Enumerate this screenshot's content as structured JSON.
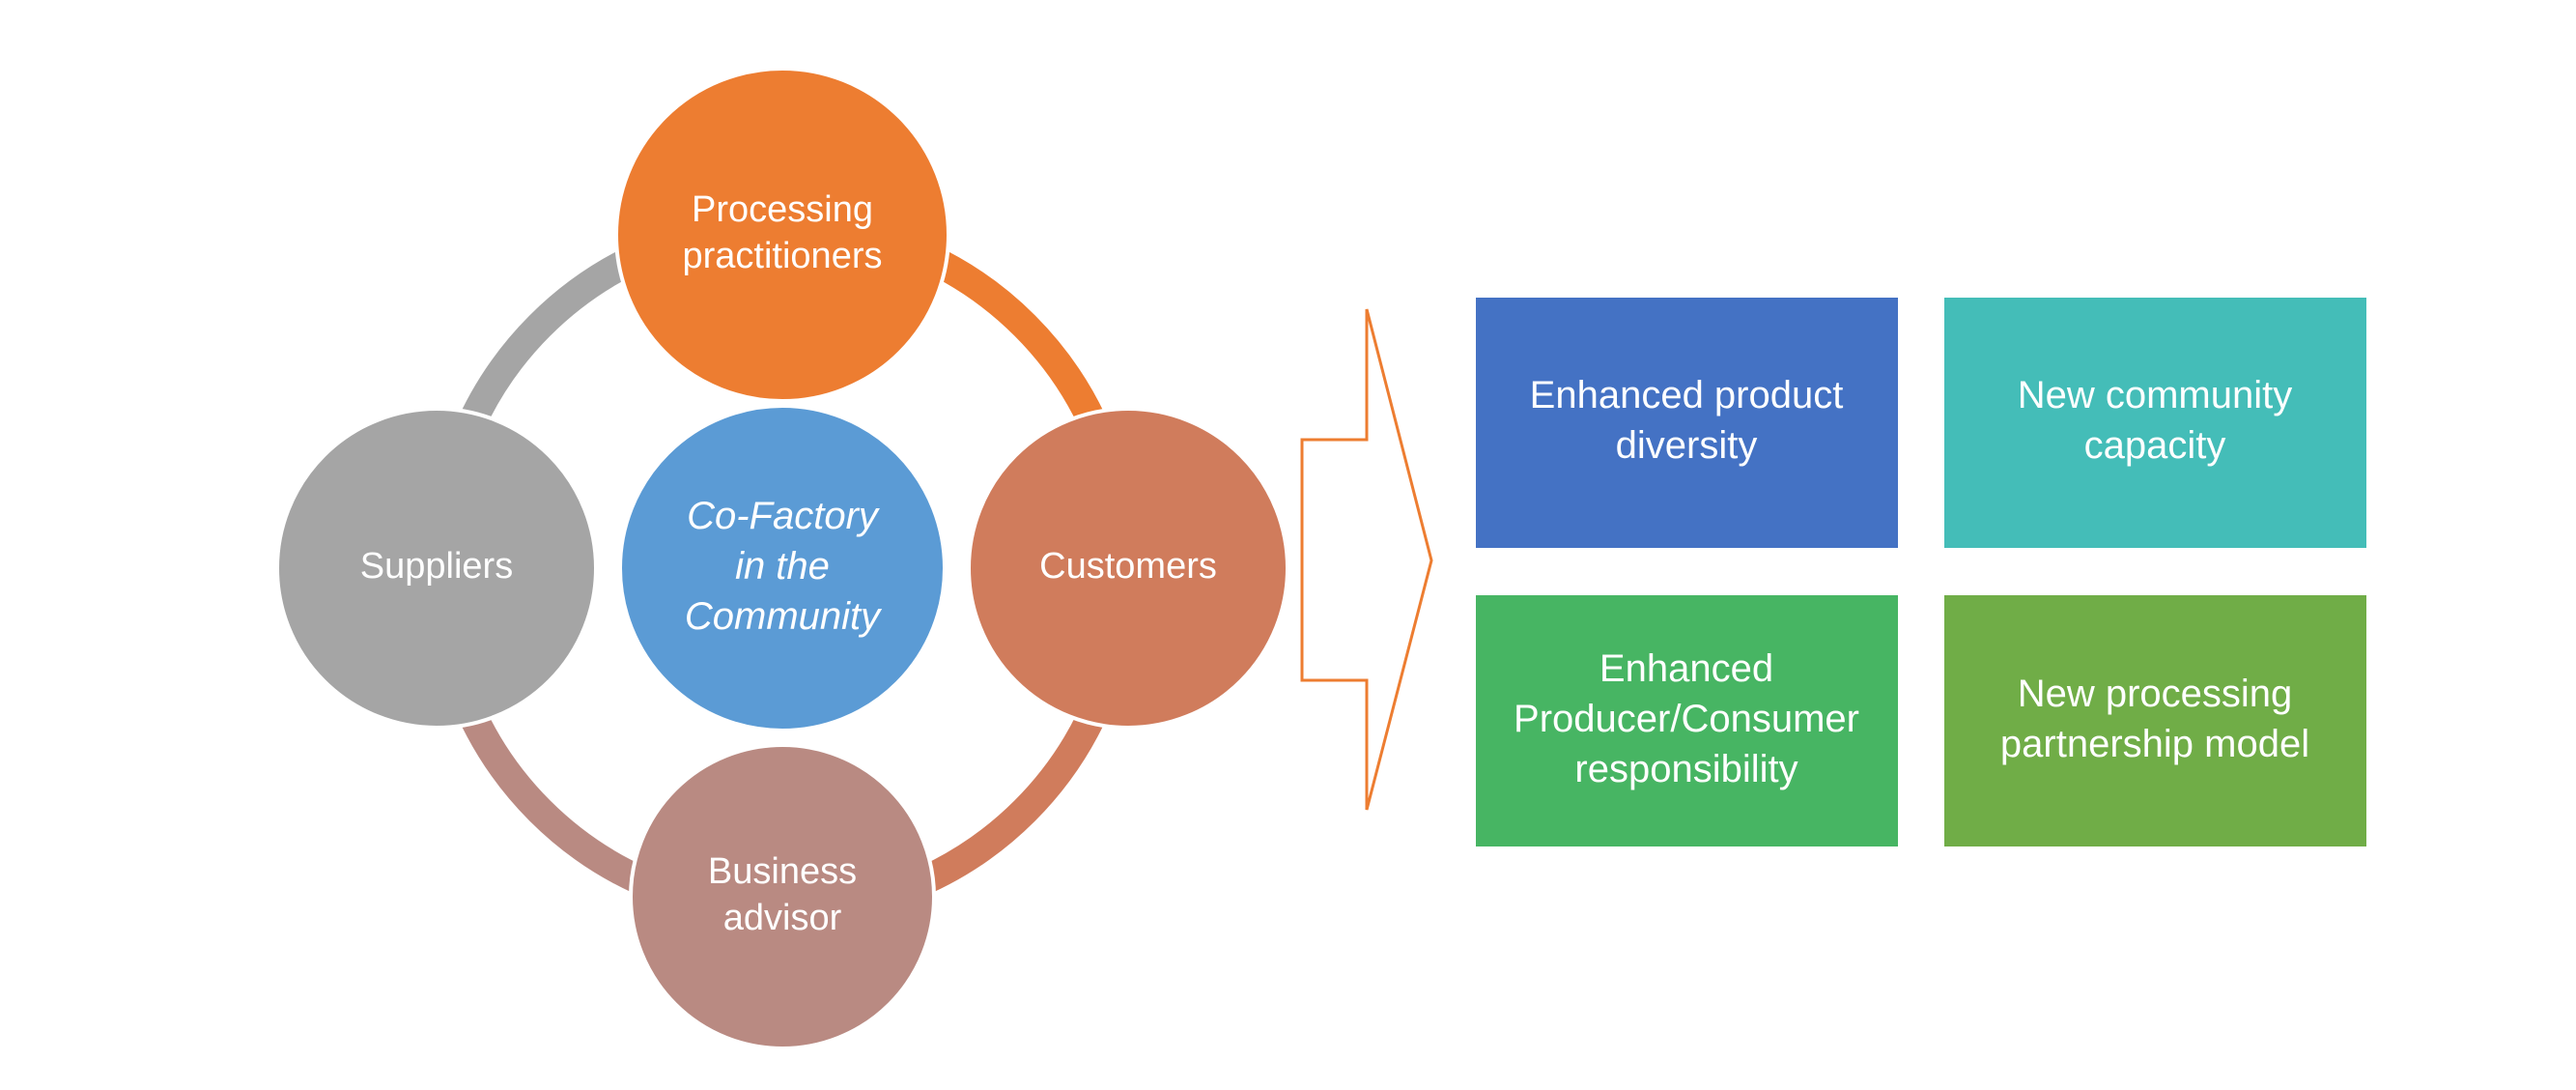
{
  "cycle": {
    "center": {
      "lines": [
        "Co-Factory",
        "in the",
        "Community"
      ],
      "color": "#5B9BD5"
    },
    "nodes": [
      {
        "id": "processing",
        "lines": [
          "Processing",
          "practitioners"
        ],
        "color": "#ED7D31"
      },
      {
        "id": "customers",
        "lines": [
          "Customers"
        ],
        "color": "#D07C5C"
      },
      {
        "id": "advisor",
        "lines": [
          "Business",
          "advisor"
        ],
        "color": "#B98A82"
      },
      {
        "id": "suppliers",
        "lines": [
          "Suppliers"
        ],
        "color": "#A5A5A5"
      }
    ],
    "connectors": [
      {
        "from": "processing",
        "to": "customers",
        "color": "#ED7D31"
      },
      {
        "from": "customers",
        "to": "advisor",
        "color": "#D07C5C"
      },
      {
        "from": "advisor",
        "to": "suppliers",
        "color": "#B98A82"
      },
      {
        "from": "suppliers",
        "to": "processing",
        "color": "#A5A5A5"
      }
    ]
  },
  "arrow": {
    "color": "#ED7D31"
  },
  "outcomes": [
    {
      "id": "product-diversity",
      "lines": [
        "Enhanced product",
        "diversity"
      ],
      "color": "#4472C4"
    },
    {
      "id": "community-capacity",
      "lines": [
        "New community",
        "capacity"
      ],
      "color": "#44BDB8"
    },
    {
      "id": "producer-consumer",
      "lines": [
        "Enhanced",
        "Producer/Consumer",
        "responsibility"
      ],
      "color": "#47B563"
    },
    {
      "id": "partnership-model",
      "lines": [
        "New  processing",
        "partnership model"
      ],
      "color": "#70AD47"
    }
  ]
}
